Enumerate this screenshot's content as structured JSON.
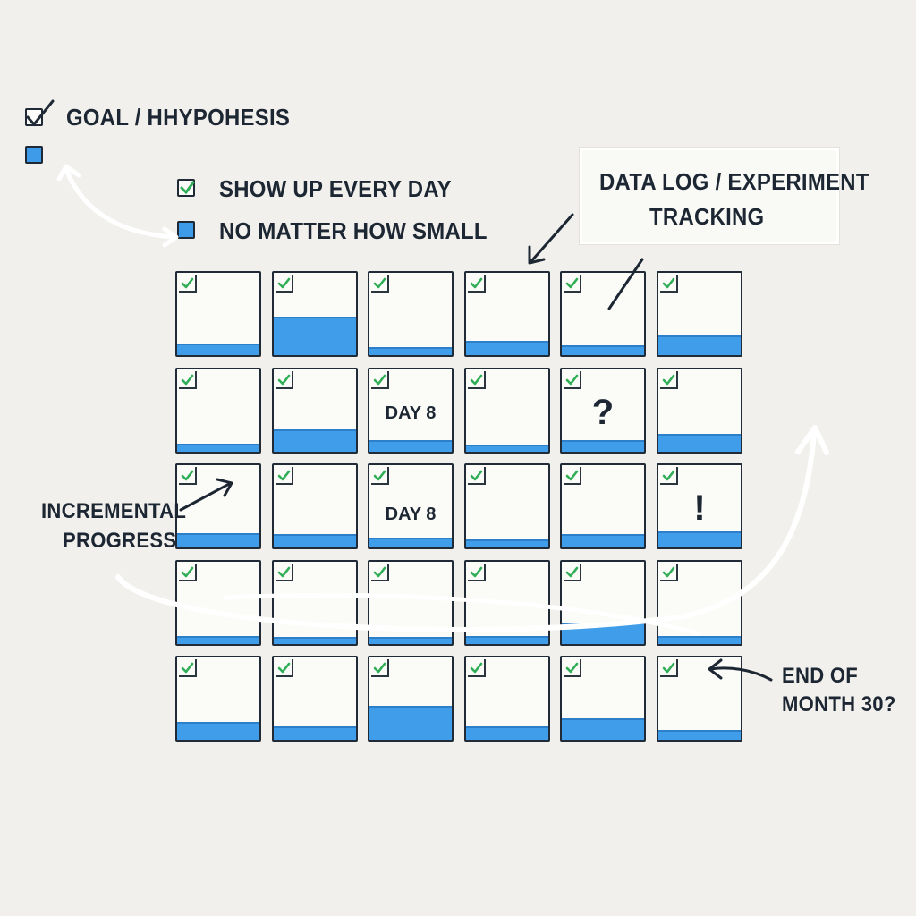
{
  "legend": {
    "goal": "GOAL / HHYPOHESIS",
    "show_up": "SHOW UP EVERY DAY",
    "no_matter": "NO MATTER HOW SMALL"
  },
  "annotations": {
    "data_log_line1": "DATA LOG / EXPERIMENT",
    "data_log_line2": "TRACKING",
    "incremental_line1": "INCREMENTAL",
    "incremental_line2": "PROGRESS",
    "end_line1": "END OF",
    "end_line2": "MONTH 30?"
  },
  "colors": {
    "fill": "#3f9de9",
    "check": "#2fae57",
    "ink": "#1d2733",
    "background": "#f1f0ec"
  },
  "cells": [
    {
      "fill": 0.12
    },
    {
      "fill": 0.45
    },
    {
      "fill": 0.08
    },
    {
      "fill": 0.15
    },
    {
      "fill": 0.1
    },
    {
      "fill": 0.22
    },
    {
      "fill": 0.08
    },
    {
      "fill": 0.25
    },
    {
      "fill": 0.12,
      "label": "DAY 8"
    },
    {
      "fill": 0.06
    },
    {
      "fill": 0.12,
      "mark": "?"
    },
    {
      "fill": 0.2
    },
    {
      "fill": 0.15
    },
    {
      "fill": 0.14
    },
    {
      "fill": 0.1,
      "label": "DAY 8"
    },
    {
      "fill": 0.08
    },
    {
      "fill": 0.14
    },
    {
      "fill": 0.18,
      "mark": "!"
    },
    {
      "fill": 0.08
    },
    {
      "fill": 0.06
    },
    {
      "fill": 0.06
    },
    {
      "fill": 0.08
    },
    {
      "fill": 0.24
    },
    {
      "fill": 0.08
    },
    {
      "fill": 0.2
    },
    {
      "fill": 0.14
    },
    {
      "fill": 0.4
    },
    {
      "fill": 0.14
    },
    {
      "fill": 0.24
    },
    {
      "fill": 0.1
    }
  ]
}
